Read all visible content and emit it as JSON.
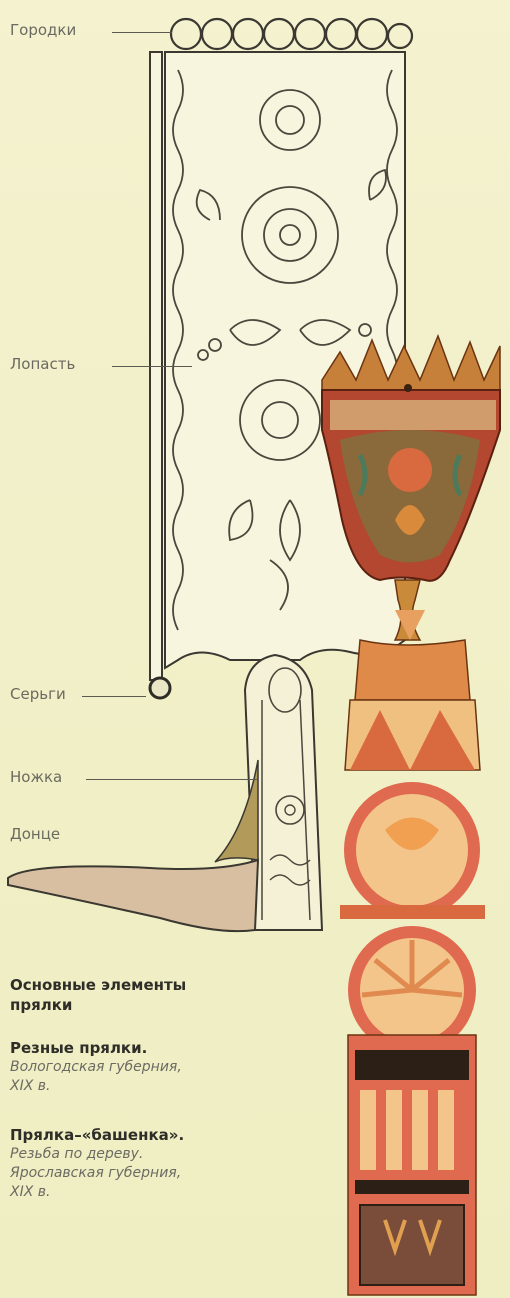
{
  "labels": {
    "gorodki": "Городки",
    "lopast": "Лопасть",
    "sergi": "Серьги",
    "nozhka": "Ножка",
    "dontse": "Донце"
  },
  "caption_main": {
    "line1": "Основные элементы",
    "line2": "прялки"
  },
  "caption_carved": {
    "title": "Резные прялки.",
    "line1": "Вологодская губерния,",
    "line2": "XIX в."
  },
  "caption_tower": {
    "title": "Прялка–«башенка».",
    "line1": "Резьба по дереву.",
    "line2": "Ярославская губерния,",
    "line3": "XIX в."
  }
}
